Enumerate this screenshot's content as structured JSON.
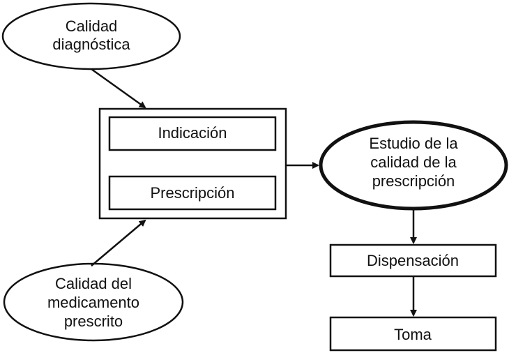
{
  "nodes": {
    "calidad_diagnostica": [
      "Calidad",
      "diagnóstica"
    ],
    "indicacion": "Indicación",
    "prescripcion": "Prescripción",
    "calidad_medicamento": [
      "Calidad del",
      "medicamento",
      "prescrito"
    ],
    "estudio": [
      "Estudio de la",
      "calidad de la",
      "prescripción"
    ],
    "dispensacion": "Dispensación",
    "toma": "Toma"
  }
}
